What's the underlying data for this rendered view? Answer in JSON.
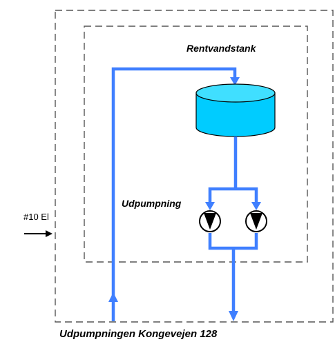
{
  "labels": {
    "tank": "Rentvandstank",
    "pumping": "Udpumpning",
    "station": "Udpumpningen Kongevejen 128",
    "input": "#10 El"
  },
  "colors": {
    "pipe": "#3f7fff",
    "tank_fill": "#00ccff",
    "tank_top": "#40dfff",
    "border": "#555555",
    "pump": "#000000"
  },
  "icons": [
    "tank-icon",
    "pump-icon",
    "arrow-icon"
  ]
}
